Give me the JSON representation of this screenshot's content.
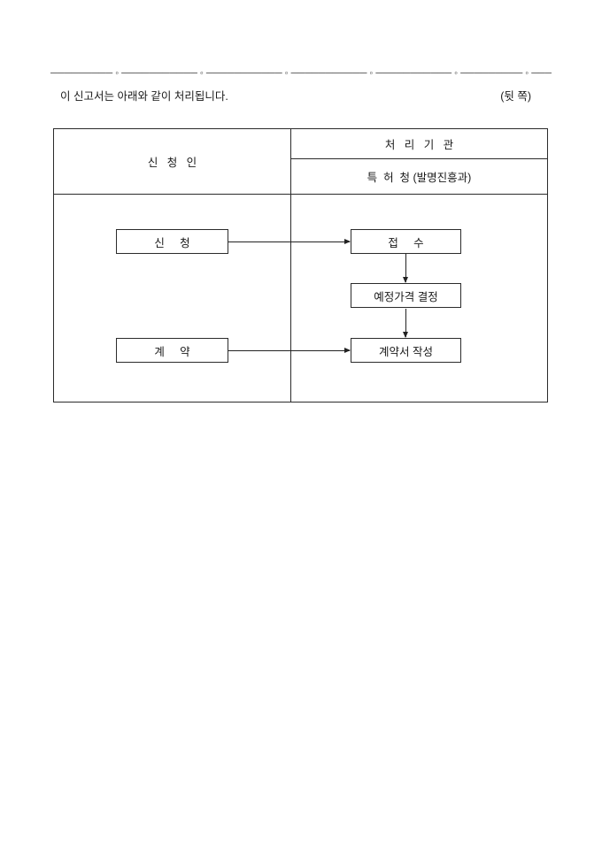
{
  "page": {
    "separator": "───────── ◦ ─────────── ◦ ─────────── ◦ ─────────── ◦ ─────────── ◦ ───────── ◦ ─────────── ◦ ─────",
    "notice": "이 신고서는 아래와 같이 처리됩니다.",
    "back_label": "(뒷 쪽)"
  },
  "table": {
    "applicant_header": "신   청   인",
    "agency_header": "처   리   기   관",
    "agency_office": "특  허  청 (발명진흥과)"
  },
  "flow": {
    "application_label": "신     청",
    "contract_label": "계     약",
    "receipt_label": "접     수",
    "price_decision_label": "예정가격 결정",
    "contract_draft_label": "계약서 작성"
  }
}
